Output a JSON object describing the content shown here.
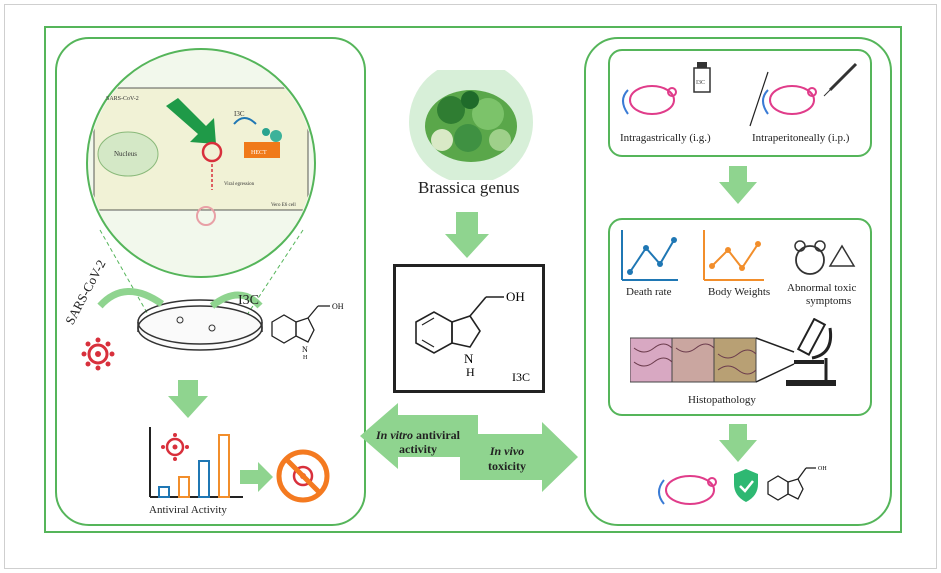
{
  "center": {
    "genus_label": "Brassica genus",
    "compound_label": "I3C",
    "oh_label": "OH",
    "nh_label": "N",
    "nh_h": "H"
  },
  "left": {
    "inset": {
      "virus_label": "SARS-CoV-2",
      "nucleus_label": "Nucleus",
      "i3c_label": "I3C",
      "hect_label": "HECT",
      "viral_egression_label": "Viral egression",
      "cell_label": "Vero E6 cell"
    },
    "sars_label": "SARS-CoV-2",
    "i3c_label": "I3C",
    "oh_label": "OH",
    "nh_label": "N",
    "nh_h": "H",
    "antiviral_activity_label": "Antiviral Activity"
  },
  "arrows": {
    "in_vitro_em": "In vitro",
    "in_vitro_rest": " antiviral",
    "in_vitro_line2": "activity",
    "in_vivo_em": "In vivo",
    "in_vivo_line2": "toxicity"
  },
  "right": {
    "admin": {
      "ig_label": "Intragastrically (i.g.)",
      "ip_label": "Intraperitoneally (i.p.)",
      "bottle_label": "I3C"
    },
    "tests": {
      "death_rate": "Death rate",
      "body_weights": "Body Weights",
      "abnormal_line1": "Abnormal toxic",
      "abnormal_line2": "symptoms",
      "histopathology": "Histopathology"
    },
    "oh_label": "OH"
  },
  "colors": {
    "frame_green": "#4caf50",
    "arrow_green": "#8fd48f",
    "virus_red": "#d8303c",
    "bar_blue": "#1f77b4",
    "bar_orange": "#f28e2b",
    "mouse_pink": "#e03c8a",
    "mouse_blue": "#3a7bd5",
    "shield_green": "#2eb872",
    "ban_orange": "#f47a20"
  }
}
